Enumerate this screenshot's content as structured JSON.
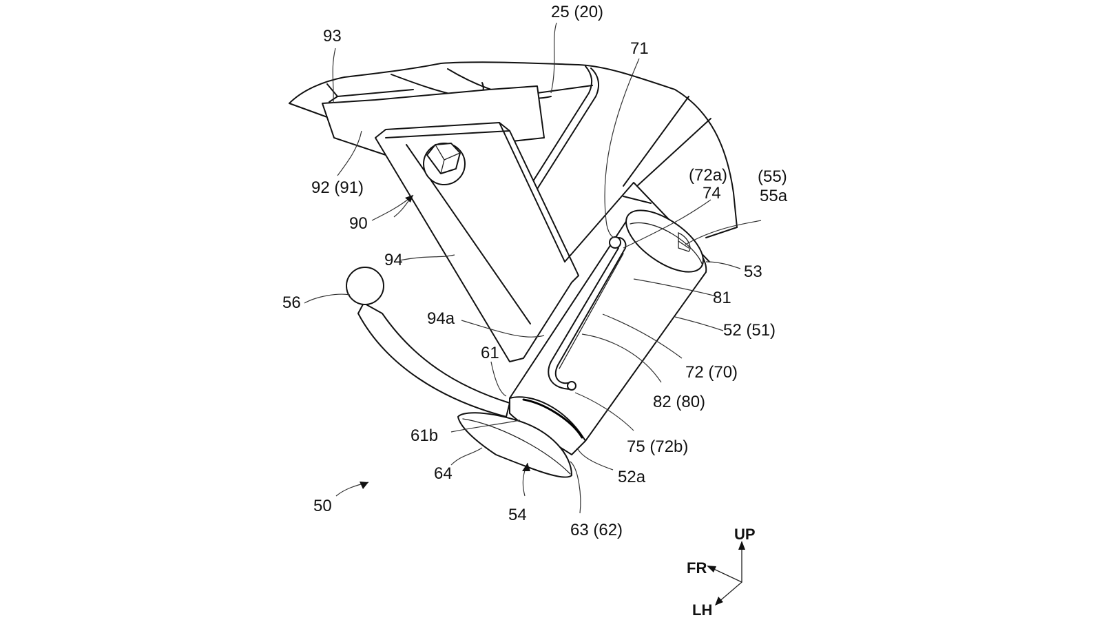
{
  "figure": {
    "type": "patent-line-drawing",
    "subject": "side stand assembly",
    "background": "#ffffff",
    "line_color": "#111111"
  },
  "labels": {
    "l25_20": "25 (20)",
    "l93": "93",
    "l71": "71",
    "l92_91": "92 (91)",
    "l72a": "(72a)",
    "l74": "74",
    "l55": "(55)",
    "l55a": "55a",
    "l90": "90",
    "l53": "53",
    "l94": "94",
    "l81": "81",
    "l56": "56",
    "l52_51": "52 (51)",
    "l94a": "94a",
    "l72_70": "72 (70)",
    "l61": "61",
    "l82_80": "82 (80)",
    "l61b": "61b",
    "l75_72b": "75 (72b)",
    "l64": "64",
    "l52a": "52a",
    "l50": "50",
    "l54": "54",
    "l63_62": "63 (62)"
  },
  "orientation": {
    "up": "UP",
    "front": "FR",
    "left": "LH"
  }
}
